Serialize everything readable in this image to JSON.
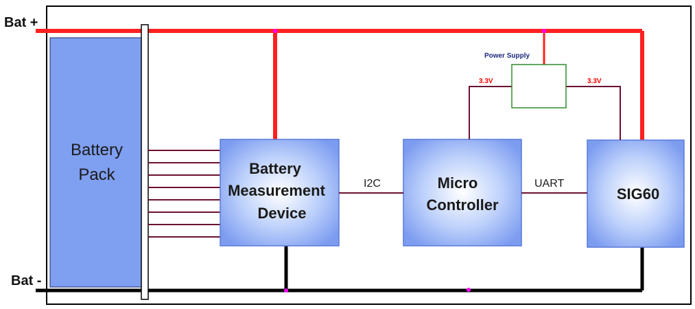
{
  "labels": {
    "bat_plus": "Bat +",
    "bat_minus": "Bat -",
    "battery_pack": [
      "Battery",
      "Pack"
    ],
    "bmd": [
      "Battery",
      "Measurement",
      "Device"
    ],
    "micro": [
      "Micro",
      "Controller"
    ],
    "sig": "SIG60",
    "power_supply": "Power Supply",
    "v_left": "3.3V",
    "v_right": "3.3V",
    "i2c": "I2C",
    "uart": "UART"
  },
  "colors": {
    "bat_plus_rail": "#ff2020",
    "bat_minus_rail": "#000000",
    "signal_line": "#6b1030",
    "voltage_label": "#ff0000",
    "power_supply_label": "#1a2a7a",
    "power_supply_border": "#2e8b2e",
    "battery_pack_fill": "#7f9ff0",
    "block_fill": "#8fb0f5",
    "junction_dot": "#ff00ff"
  },
  "cell_taps": 8
}
